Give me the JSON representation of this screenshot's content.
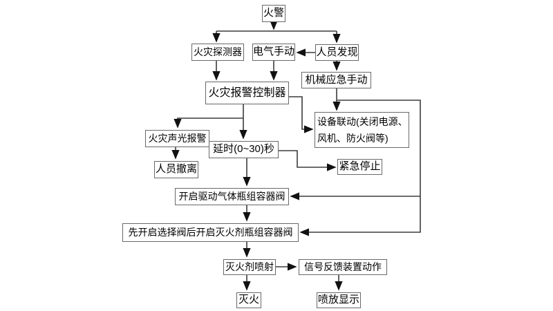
{
  "diagram": {
    "background": "#ffffff",
    "colors": {
      "box_border": "#686868",
      "connector_line": "#3a3a3a",
      "arrowhead": "#111111",
      "text": "#000000"
    },
    "nodes": {
      "fire_alarm": {
        "label": "火警"
      },
      "fire_detector": {
        "label": "火灾探测器"
      },
      "electric_manual": {
        "label": "电气手动"
      },
      "personnel_discovery": {
        "label": "人员发现"
      },
      "mechanical_emergency_manual": {
        "label": "机械应急手动"
      },
      "fire_alarm_controller": {
        "label": "火灾报警控制器"
      },
      "equipment_linkage": {
        "label": "设备联动(关闭电源、风机、防火阀等)",
        "lines": [
          "设备联动(关闭电源、",
          "风机、防火阀等)"
        ]
      },
      "fire_sound_light_alarm": {
        "label": "火灾声光报警"
      },
      "delay": {
        "label": "延时(0~30)秒"
      },
      "personnel_evacuation": {
        "label": "人员撤离"
      },
      "emergency_stop": {
        "label": "紧急停止"
      },
      "open_driving_gas_cylinder_valve": {
        "label": "开启驱动气体瓶组容器阀"
      },
      "open_selection_then_agent_valve": {
        "label": "先开启选择阀后开启灭火剂瓶组容器阀"
      },
      "agent_spray": {
        "label": "灭火剂喷射"
      },
      "signal_feedback_device_action": {
        "label": "信号反馈装置动作"
      },
      "extinguish": {
        "label": "灭火"
      },
      "discharge_display": {
        "label": "喷放显示"
      }
    }
  }
}
